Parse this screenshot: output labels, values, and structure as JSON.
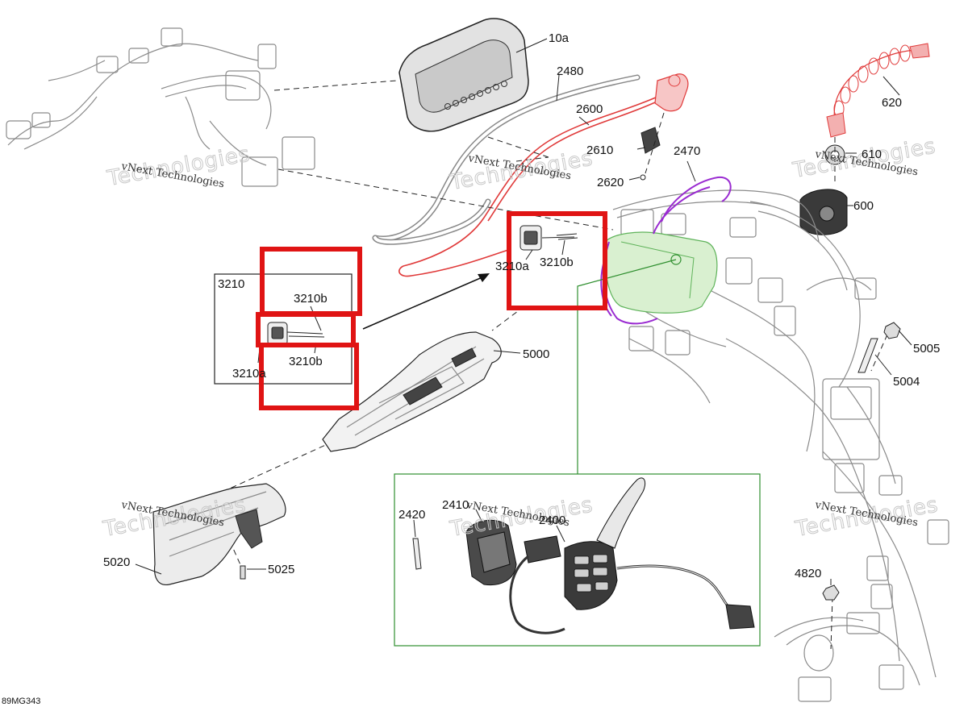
{
  "figure_id": "89MG343",
  "watermark": {
    "line1": "vNext Technologies",
    "line2": "Technologies"
  },
  "callouts": {
    "c10a": "10a",
    "c2480": "2480",
    "c2600": "2600",
    "c2610": "2610",
    "c2620": "2620",
    "c2470": "2470",
    "c620": "620",
    "c610": "610",
    "c600": "600",
    "c3210": "3210",
    "c3210b_inset_top": "3210b",
    "c3210b_inset_bottom": "3210b",
    "c3210a_inset": "3210a",
    "c3210a_main": "3210a",
    "c3210b_main": "3210b",
    "c5000": "5000",
    "c5005": "5005",
    "c5004": "5004",
    "c5020": "5020",
    "c5025": "5025",
    "c2420": "2420",
    "c2410": "2410",
    "c2400": "2400",
    "c4820": "4820"
  },
  "colors": {
    "highlight_red": "#e01414",
    "part_red": "#e03a3a",
    "part_purple": "#9a2bd1",
    "part_green": "#5fb35a",
    "detail_frame_green": "#2f8f2f"
  }
}
